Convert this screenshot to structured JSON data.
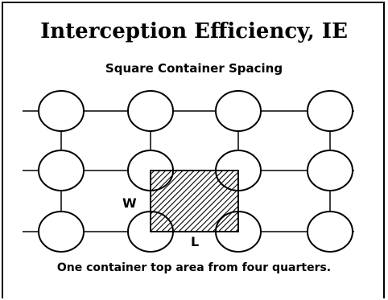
{
  "title": "Interception Efficiency, IE",
  "subtitle": "Square Container Spacing",
  "caption": "One container top area from four quarters.",
  "labels": {
    "width": "W",
    "length": "L"
  },
  "diagram": {
    "layout": "square grid",
    "rows": 3,
    "columns": 4,
    "container_shape": "circle",
    "highlighted_cell": {
      "between_rows": [
        2,
        3
      ],
      "between_columns": [
        2,
        3
      ],
      "fill": "diagonal hatch"
    }
  },
  "colors": {
    "stroke": "#000000",
    "background": "#ffffff"
  }
}
